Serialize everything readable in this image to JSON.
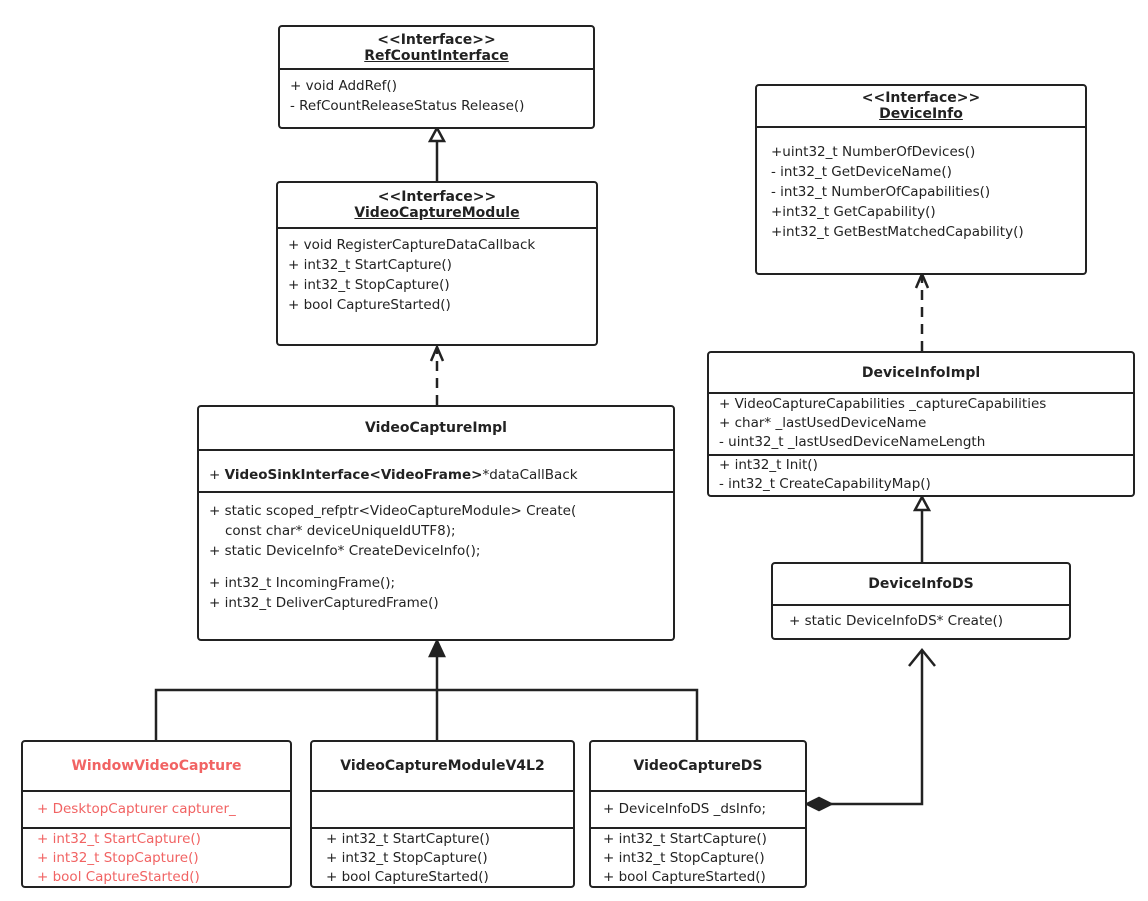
{
  "classes": {
    "ref_count_interface": {
      "stereotype": "<<Interface>>",
      "name": "RefCountInterface",
      "methods": [
        "+ void AddRef()",
        "-  RefCountReleaseStatus Release()"
      ]
    },
    "video_capture_module": {
      "stereotype": "<<Interface>>",
      "name": "VideoCaptureModule",
      "methods": [
        "+ void RegisterCaptureDataCallback",
        "+ int32_t StartCapture()",
        "+ int32_t StopCapture()",
        "+ bool CaptureStarted()"
      ]
    },
    "device_info": {
      "stereotype": "<<Interface>>",
      "name": "DeviceInfo",
      "methods": [
        "+uint32_t NumberOfDevices()",
        "- int32_t GetDeviceName()",
        "- int32_t NumberOfCapabilities()",
        "+int32_t GetCapability()",
        "+int32_t GetBestMatchedCapability()"
      ]
    },
    "video_capture_impl": {
      "name": "VideoCaptureImpl",
      "attr_prefix": "+ ",
      "attr_bold": "VideoSinkInterface<VideoFrame>",
      "attr_suffix": "*dataCallBack",
      "methods": [
        "+ static scoped_refptr<VideoCaptureModule> Create(",
        "const char* deviceUniqueIdUTF8);",
        "+ static DeviceInfo* CreateDeviceInfo();",
        "+ int32_t IncomingFrame();",
        "+ int32_t DeliverCapturedFrame()"
      ]
    },
    "device_info_impl": {
      "name": "DeviceInfoImpl",
      "attributes": [
        "+ VideoCaptureCapabilities _captureCapabilities",
        "+ char* _lastUsedDeviceName",
        "-  uint32_t _lastUsedDeviceNameLength"
      ],
      "methods": [
        "+ int32_t Init()",
        "-  int32_t CreateCapabilityMap()"
      ]
    },
    "device_info_ds": {
      "name": "DeviceInfoDS",
      "methods": [
        "+ static DeviceInfoDS* Create()"
      ]
    },
    "window_video_capture": {
      "name": "WindowVideoCapture",
      "attributes": [
        "+ DesktopCapturer capturer_"
      ],
      "methods": [
        "+ int32_t StartCapture()",
        "+ int32_t StopCapture()",
        "+ bool CaptureStarted()"
      ]
    },
    "video_capture_module_v4l2": {
      "name": "VideoCaptureModuleV4L2",
      "methods": [
        "+ int32_t StartCapture()",
        "+ int32_t StopCapture()",
        "+ bool CaptureStarted()"
      ]
    },
    "video_capture_ds": {
      "name": "VideoCaptureDS",
      "attributes": [
        "+ DeviceInfoDS _dsInfo;"
      ],
      "methods": [
        "+ int32_t StartCapture()",
        "+ int32_t StopCapture()",
        "+ bool CaptureStarted()"
      ]
    }
  },
  "colors": {
    "line": "#222222",
    "highlight": "#f16363"
  }
}
